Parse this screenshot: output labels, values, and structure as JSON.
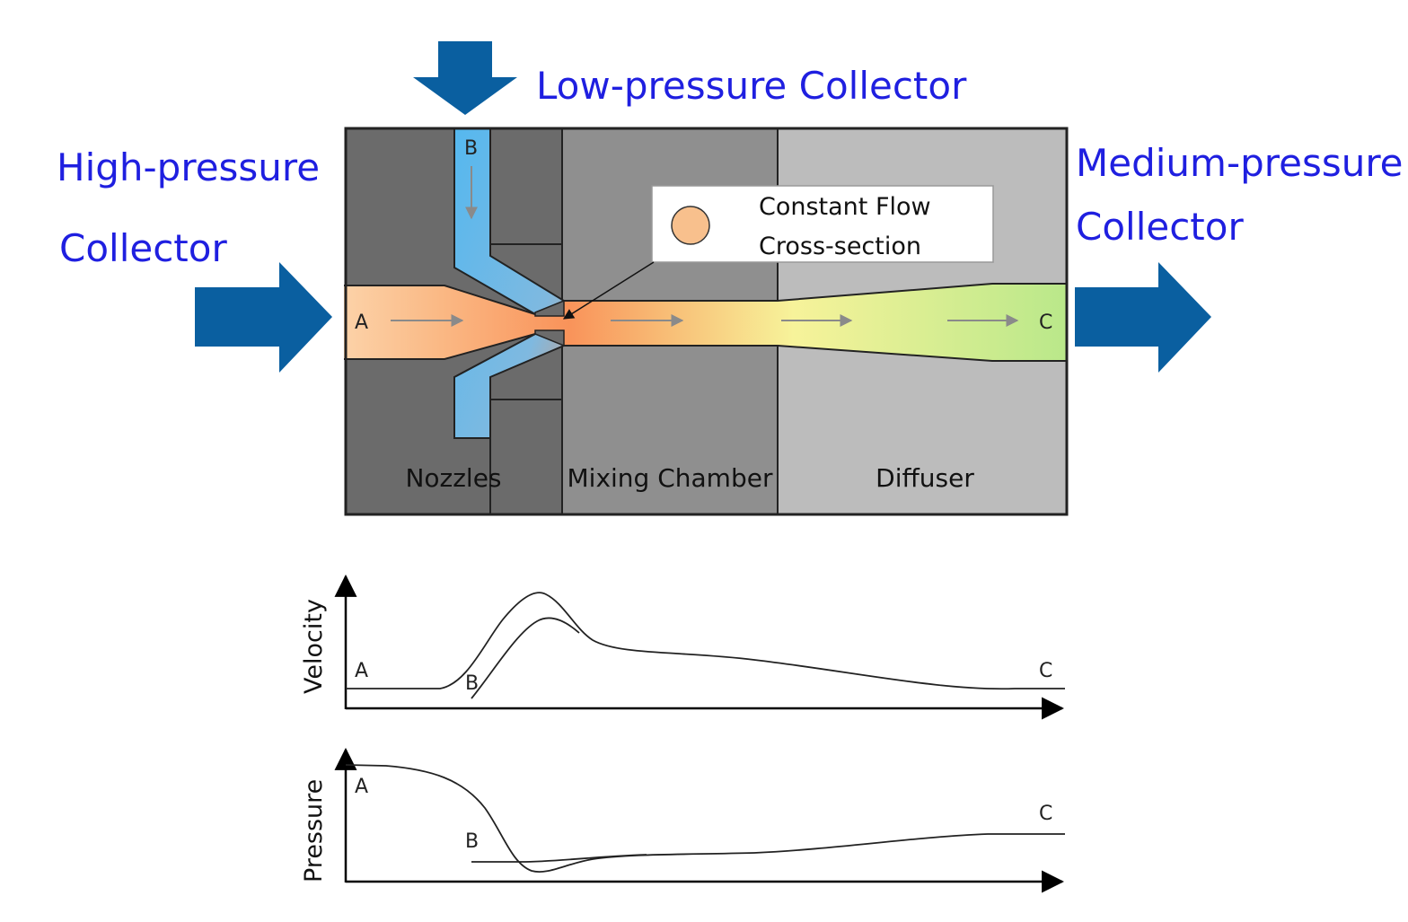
{
  "labels": {
    "low_pressure": "Low-pressure Collector",
    "high_pressure_line1": "High-pressure",
    "high_pressure_line2": "Collector",
    "medium_pressure_line1": "Medium-pressure",
    "medium_pressure_line2": "Collector"
  },
  "sections": {
    "nozzles": "Nozzles",
    "mixing": "Mixing Chamber",
    "diffuser": "Diffuser"
  },
  "points": {
    "a": "A",
    "b": "B",
    "c": "C"
  },
  "inset": {
    "line1": "Constant Flow",
    "line2": "Cross-section"
  },
  "graphs": {
    "velocity": "Velocity",
    "pressure": "Pressure"
  },
  "colors": {
    "arrow_blue": "#0a5fa0",
    "label_blue": "#1f1fe0",
    "body_dark": "#6b6b6b",
    "body_mid": "#8f8f8f",
    "body_light": "#bcbcbc",
    "secondary_flow": "#55b8ef",
    "flow_start": "#fcd2a8",
    "flow_hot": "#f9935a",
    "flow_yellow": "#f7f39a",
    "flow_green": "#b9e88a",
    "marker": "#f8c08d"
  }
}
